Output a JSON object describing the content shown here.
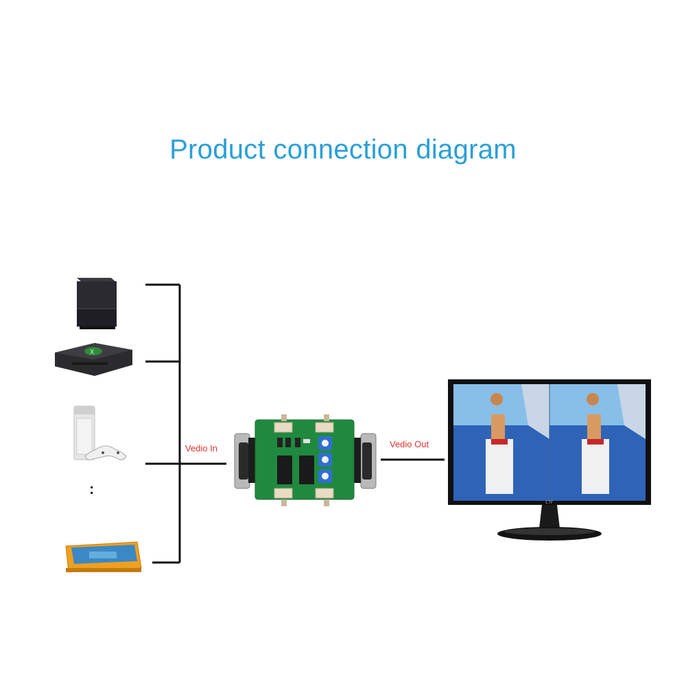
{
  "title": "Product connection diagram",
  "labels": {
    "video_in": "Vedio In",
    "video_out": "Vedio Out",
    "more_sources": ":"
  },
  "monitor_brand": "CTF",
  "colors": {
    "title": "#2a9fd8",
    "label": "#e53030",
    "line": "#111111",
    "pcb": "#1f8a3f"
  },
  "icons": {
    "source_1": "ps2-console-icon",
    "source_2": "xbox-console-icon",
    "source_3": "xbox360-console-icon",
    "source_4": "arcade-board-icon",
    "converter": "vga-converter-board-icon",
    "output": "monitor-icon"
  }
}
